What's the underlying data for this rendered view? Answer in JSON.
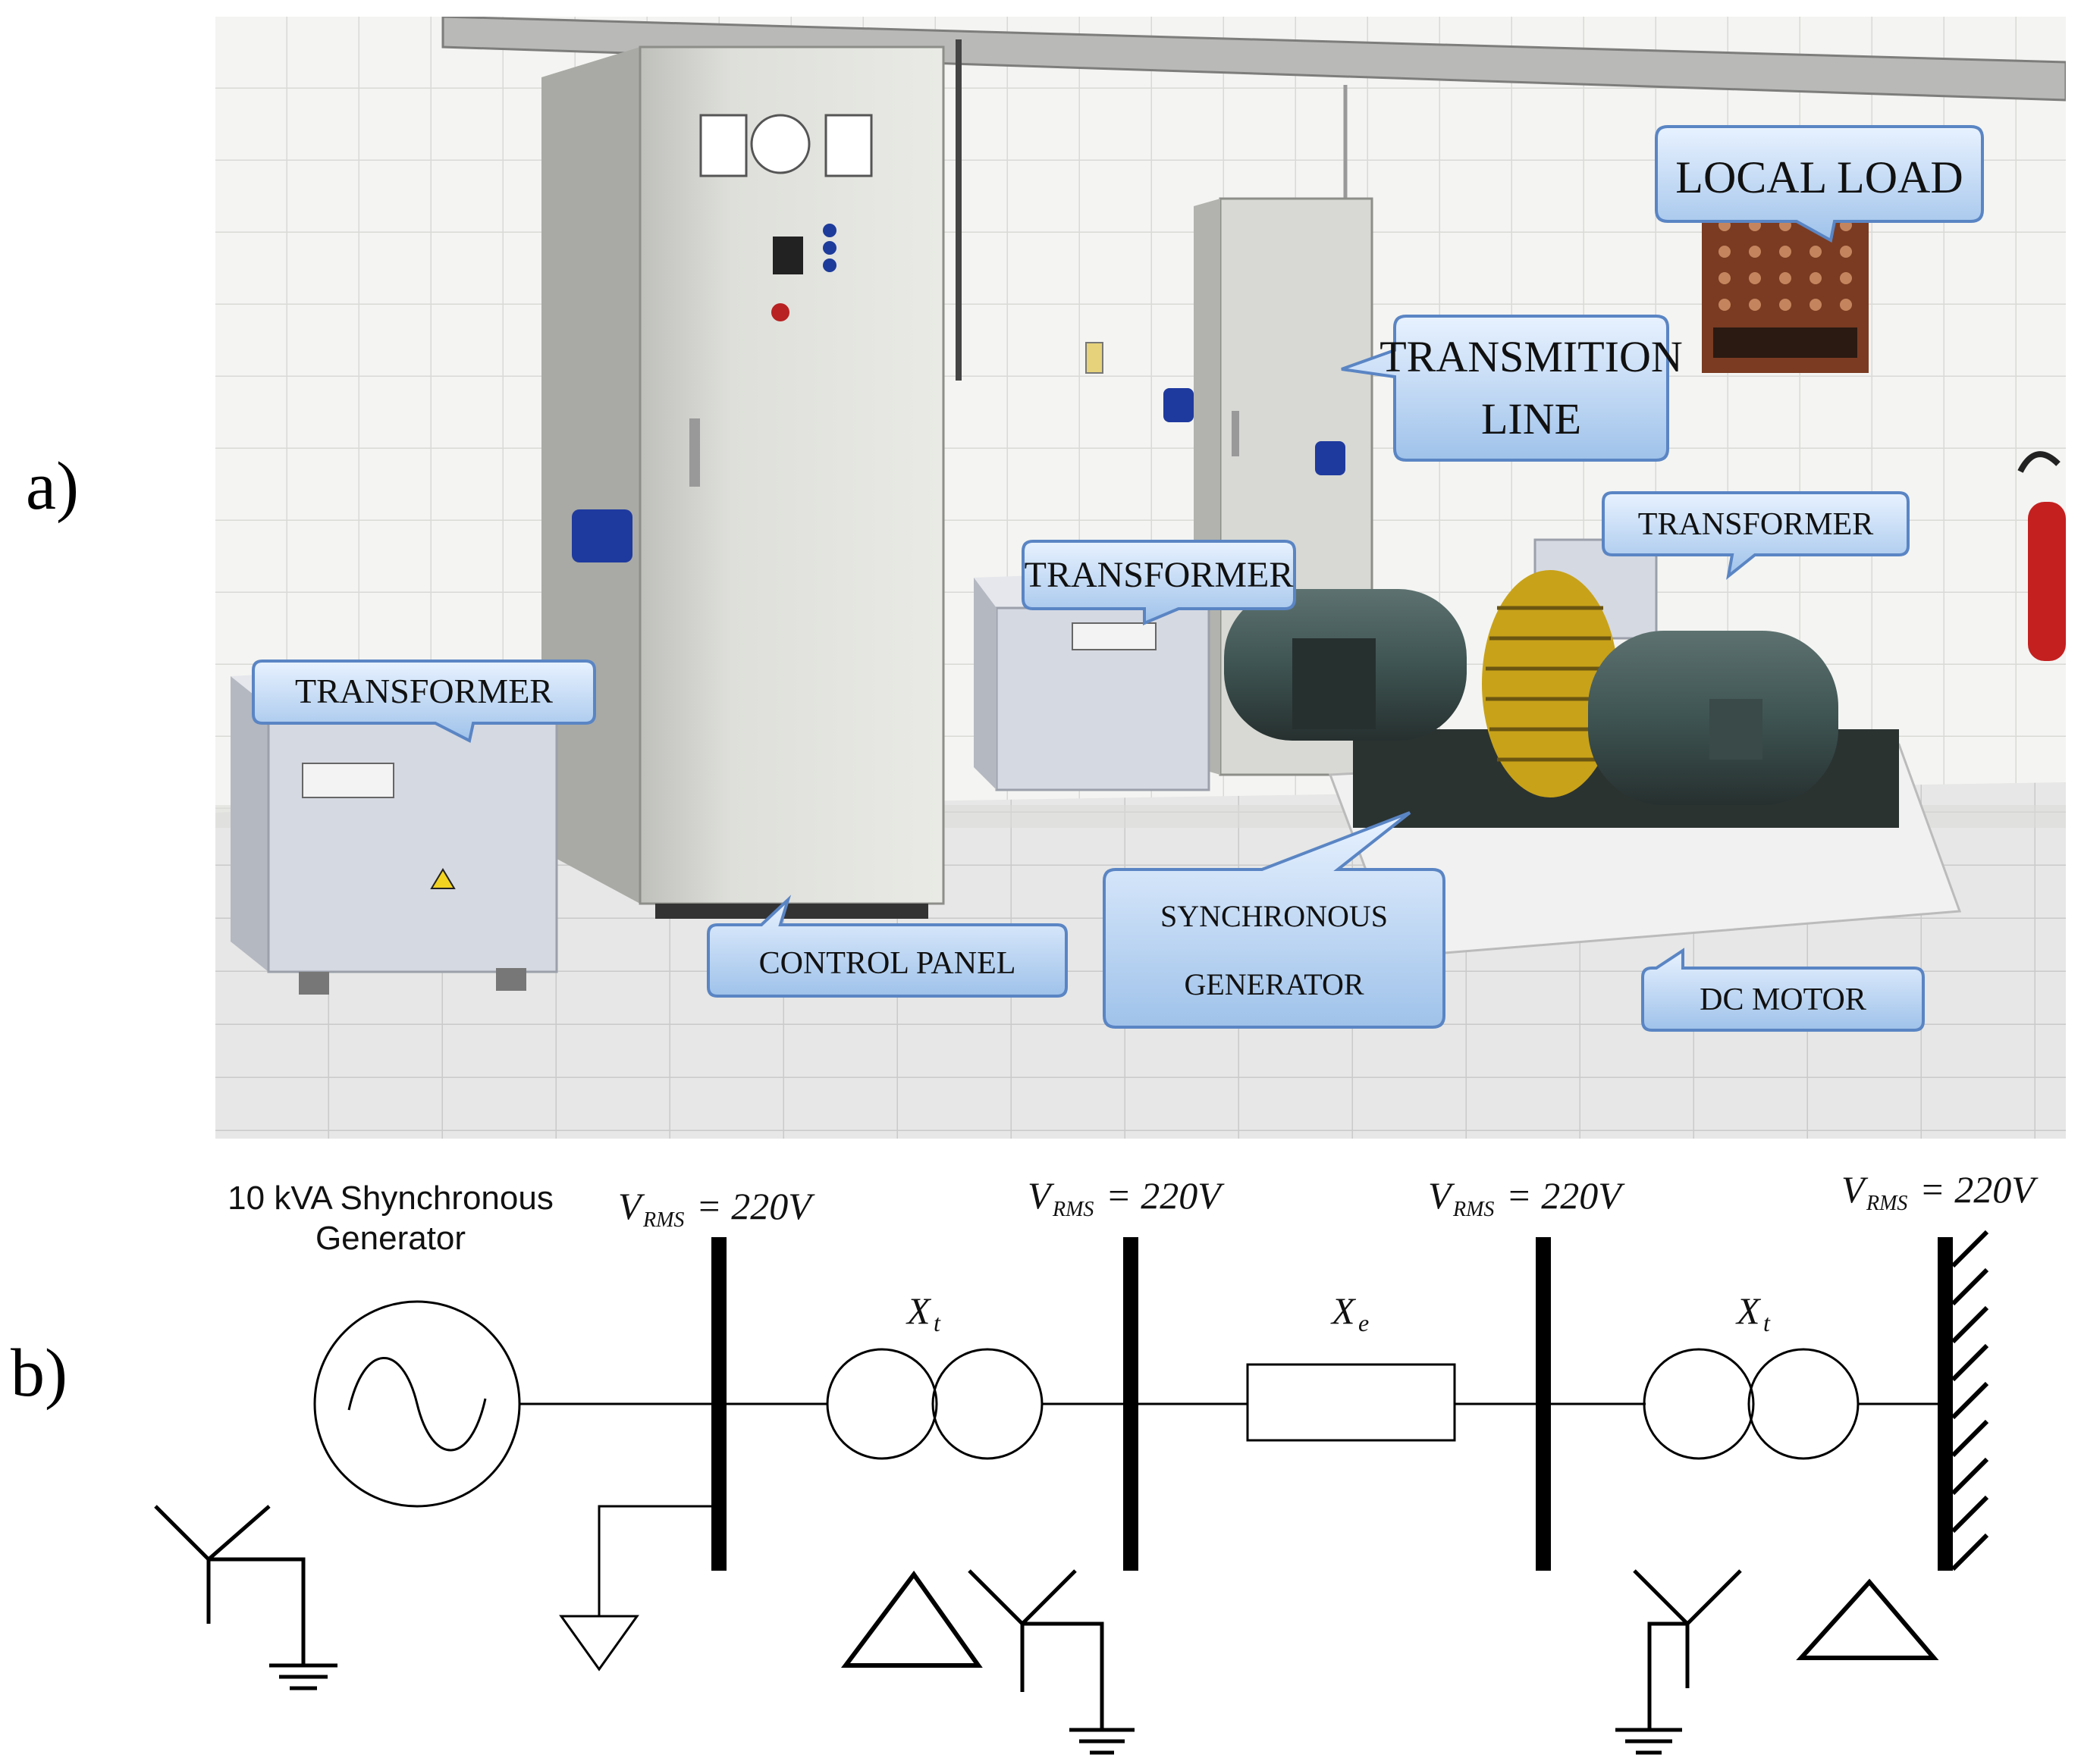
{
  "panels": {
    "a": "a)",
    "b": "b)"
  },
  "photo": {
    "callouts": {
      "local_load": "LOCAL LOAD",
      "transmission_line_1": "TRANSMITION",
      "transmission_line_2": "LINE",
      "transformer_right": "TRANSFORMER",
      "transformer_middle": "TRANSFORMER",
      "transformer_left": "TRANSFORMER",
      "control_panel": "CONTROL PANEL",
      "synchronous_generator_1": "SYNCHRONOUS",
      "synchronous_generator_2": "GENERATOR",
      "dc_motor": "DC MOTOR"
    }
  },
  "diagram": {
    "generator_label_1": "10 kVA Shynchronous",
    "generator_label_2": "Generator",
    "bus_voltage_symbol": "V",
    "bus_voltage_subscript": "RMS",
    "bus_voltage_value": " = 220V",
    "transformer_reactance_symbol": "X",
    "transformer_reactance_subscript": "t",
    "line_reactance_symbol": "X",
    "line_reactance_subscript": "e"
  }
}
